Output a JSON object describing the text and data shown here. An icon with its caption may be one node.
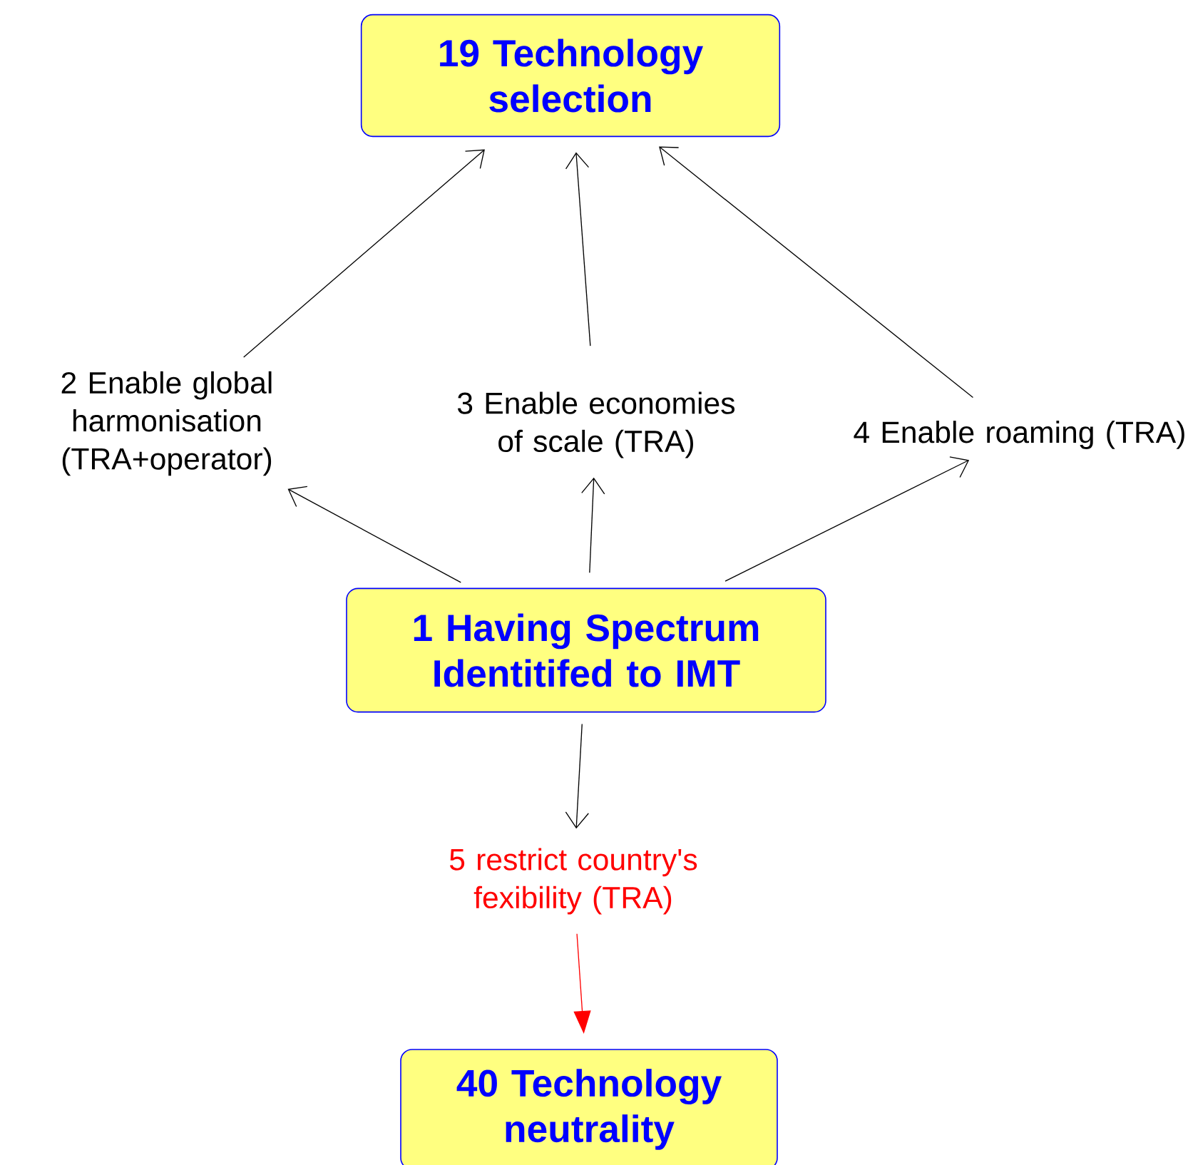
{
  "diagram": {
    "nodes": [
      {
        "text": [
          "19 Technology selection"
        ]
      },
      {
        "text": [
          "2 Enable global harmonisation (TRA+operator)"
        ]
      },
      {
        "text": [
          "3 Enable economies of scale (TRA)"
        ]
      },
      {
        "text": [
          "4 Enable roaming (TRA)"
        ]
      },
      {
        "text": [
          "1 Having Spectrum Identitifed to IMT"
        ]
      },
      {
        "text": [
          "5 restrict country's fexibility (TRA)"
        ]
      },
      {
        "text": [
          "40 Technology neutrality"
        ]
      }
    ],
    "edges": [
      {
        "from": 1,
        "to": 0,
        "arrow": "to"
      },
      {
        "from": 2,
        "to": 0,
        "arrow": "to"
      },
      {
        "from": 3,
        "to": 0,
        "arrow": "to"
      },
      {
        "from": 4,
        "to": 1,
        "arrow": "to"
      },
      {
        "from": 4,
        "to": 2,
        "arrow": "to"
      },
      {
        "from": 4,
        "to": 3,
        "arrow": "to"
      },
      {
        "from": 4,
        "to": 5,
        "arrow": "to"
      },
      {
        "from": 5,
        "to": 6,
        "arrow": "to",
        "color": "#ff0000"
      }
    ]
  }
}
